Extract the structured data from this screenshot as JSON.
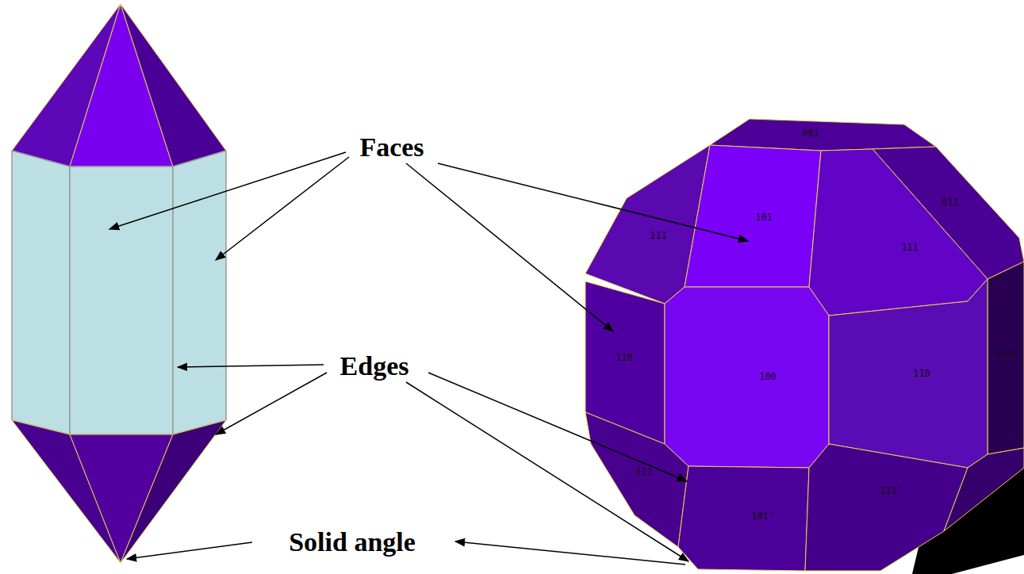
{
  "diagram": {
    "labels": [
      "Faces",
      "Edges",
      "Solid angle",
      "001",
      "101",
      "011",
      "11̄1",
      "111",
      "11̄0",
      "100",
      "110",
      "010",
      "111",
      "101̄",
      "111̄"
    ]
  }
}
